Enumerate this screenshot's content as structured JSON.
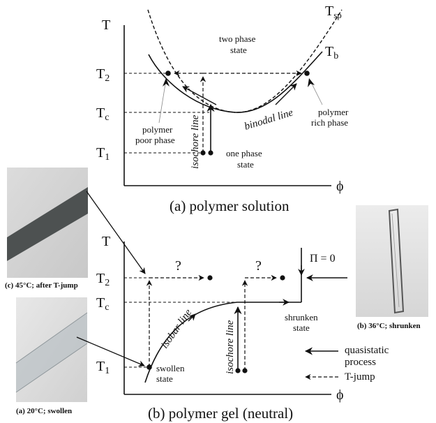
{
  "panel_a": {
    "caption": "(a) polymer solution",
    "y_axis": "T",
    "x_axis": "ϕ",
    "tick_t2": "T",
    "tick_t2_sub": "2",
    "tick_tc": "T",
    "tick_tc_sub": "c",
    "tick_t1": "T",
    "tick_t1_sub": "1",
    "tsp": "T",
    "tsp_sub": "sp",
    "tb": "T",
    "tb_sub": "b",
    "two_phase_1": "two phase",
    "two_phase_2": "state",
    "one_phase_1": "one phase",
    "one_phase_2": "state",
    "poor_1": "polymer",
    "poor_2": "poor phase",
    "rich_1": "polymer",
    "rich_2": "rich phase",
    "isochore": "isochore line",
    "binodal": "binodal line"
  },
  "panel_b": {
    "caption": "(b) polymer gel (neutral)",
    "y_axis": "T",
    "x_axis": "ϕ",
    "tick_t2": "T",
    "tick_t2_sub": "2",
    "tick_tc": "T",
    "tick_tc_sub": "c",
    "tick_t1": "T",
    "tick_t1_sub": "1",
    "q1": "?",
    "q2": "?",
    "pi": "Π = 0",
    "swollen_1": "swollen",
    "swollen_2": "state",
    "shrunken_1": "shrunken",
    "shrunken_2": "state",
    "isobar": "isobar line",
    "isochore": "isochore line",
    "legend_quasi_1": "quasistatic",
    "legend_quasi_2": "process",
    "legend_tjump": "T-jump"
  },
  "photos": {
    "c": "(c) 45°C; after T-jump",
    "a": "(a) 20°C; swollen",
    "b": "(b) 36°C; shrunken"
  }
}
